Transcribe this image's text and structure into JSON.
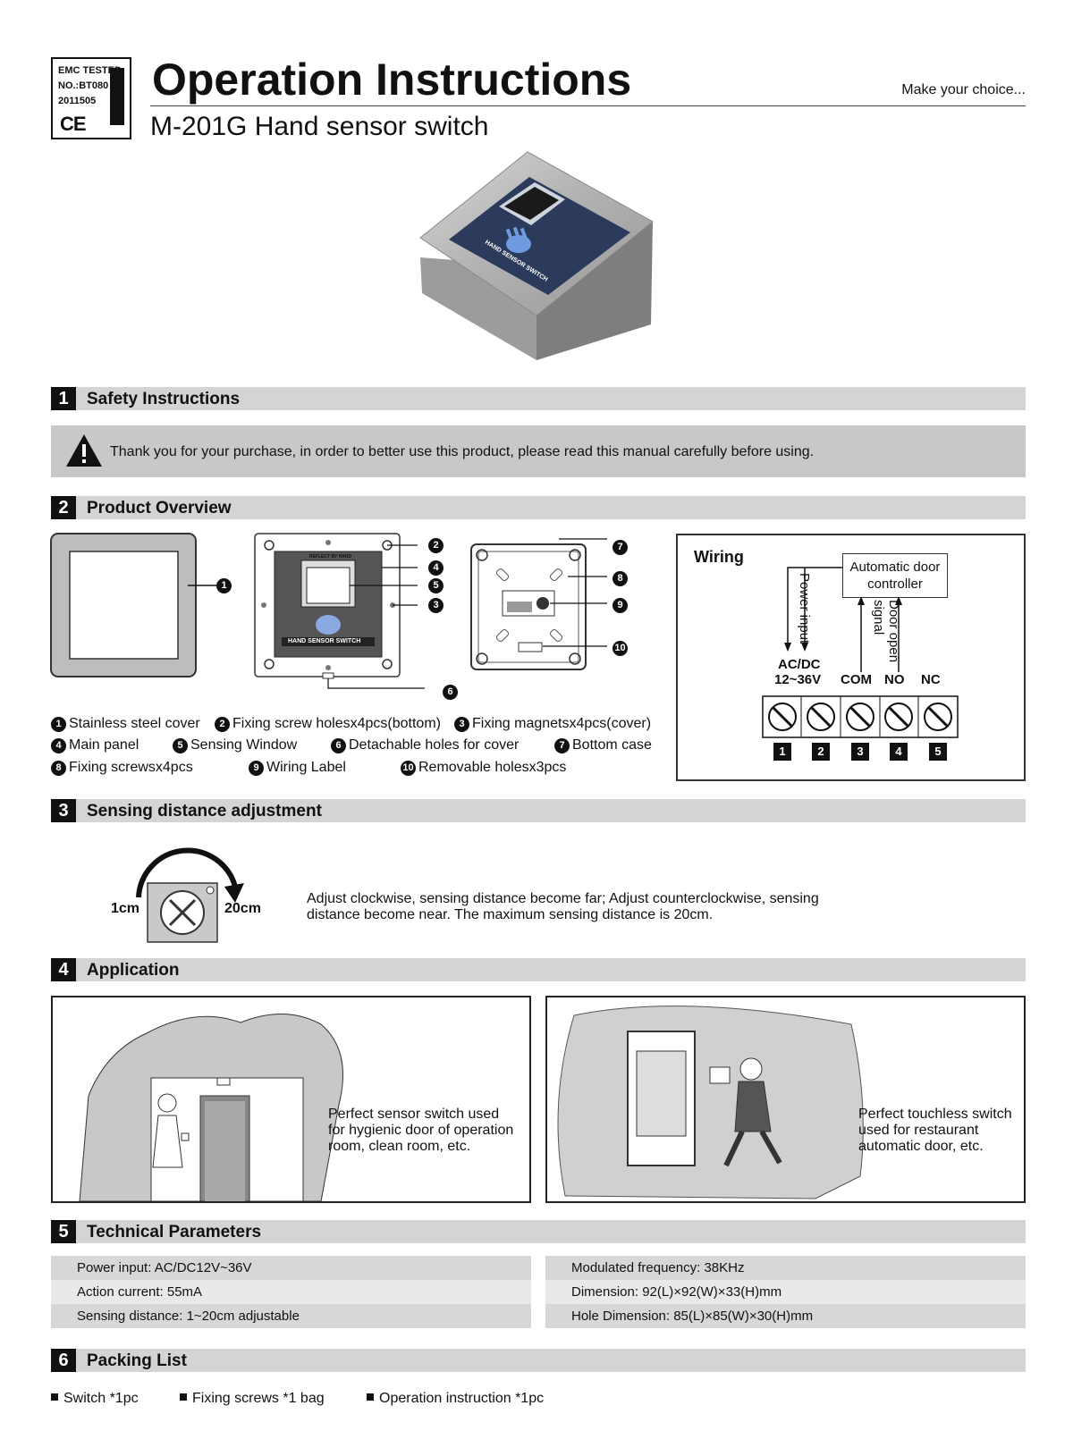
{
  "header": {
    "emc_line1": "EMC TESTED",
    "emc_line2": "NO.:BT080",
    "emc_line3": "2011505",
    "ce_mark": "CE",
    "title": "Operation Instructions",
    "subtitle": "M-201G Hand sensor switch",
    "tagline": "Make  your choice..."
  },
  "product_photo": {
    "panel_text": "HAND SENSOR SWITCH",
    "icon": "hand-icon"
  },
  "sections": {
    "s1": {
      "num": "1",
      "title": "Safety Instructions",
      "text": "Thank you for your purchase, in order to better use this product, please read this manual carefully before using.",
      "icon": "warning-icon"
    },
    "s2": {
      "num": "2",
      "title": "Product Overview"
    },
    "s3": {
      "num": "3",
      "title": "Sensing distance adjustment"
    },
    "s4": {
      "num": "4",
      "title": "Application"
    },
    "s5": {
      "num": "5",
      "title": "Technical Parameters"
    },
    "s6": {
      "num": "6",
      "title": "Packing List"
    }
  },
  "overview": {
    "callouts": [
      "1",
      "2",
      "4",
      "5",
      "3",
      "6",
      "7",
      "8",
      "9",
      "10"
    ],
    "panel_top_text": "REFLECT BY HAND",
    "panel_label": "HAND SENSOR SWITCH",
    "captions": [
      {
        "n": "1",
        "text": "Stainless steel cover"
      },
      {
        "n": "2",
        "text": "Fixing screw holesx4pcs(bottom)"
      },
      {
        "n": "3",
        "text": "Fixing magnetsx4pcs(cover)"
      },
      {
        "n": "4",
        "text": "Main panel"
      },
      {
        "n": "5",
        "text": "Sensing Window"
      },
      {
        "n": "6",
        "text": "Detachable holes for cover"
      },
      {
        "n": "7",
        "text": "Bottom case"
      },
      {
        "n": "8",
        "text": "Fixing screwsx4pcs"
      },
      {
        "n": "9",
        "text": "Wiring Label"
      },
      {
        "n": "10",
        "text": "Removable holesx3pcs"
      }
    ]
  },
  "wiring": {
    "title": "Wiring",
    "controller_line1": "Automatic door",
    "controller_line2": "controller",
    "power_input": "Power input",
    "door_open_1": "Door open",
    "door_open_2": "signal",
    "acdc": "AC/DC",
    "voltage": "12~36V",
    "com": "COM",
    "no": "NO",
    "nc": "NC",
    "terminals": [
      "1",
      "2",
      "3",
      "4",
      "5"
    ]
  },
  "adjust": {
    "min_label": "1cm",
    "max_label": "20cm",
    "text_line1": "Adjust clockwise, sensing distance become far; Adjust counterclockwise, sensing",
    "text_line2": "distance become near. The maximum sensing distance is 20cm."
  },
  "application": {
    "left_line1": "Perfect sensor switch used",
    "left_line2": "for hygienic door of operation",
    "left_line3": "room, clean room, etc.",
    "right_line1": "Perfect touchless switch",
    "right_line2": "used for restaurant",
    "right_line3": "automatic door, etc."
  },
  "params": {
    "left": [
      "Power input: AC/DC12V~36V",
      "Action current: 55mA",
      "Sensing distance: 1~20cm adjustable"
    ],
    "right": [
      "Modulated frequency: 38KHz",
      "Dimension: 92(L)×92(W)×33(H)mm",
      "Hole Dimension: 85(L)×85(W)×30(H)mm"
    ]
  },
  "packing": [
    "Switch *1pc",
    "Fixing screws *1 bag",
    "Operation instruction *1pc"
  ]
}
